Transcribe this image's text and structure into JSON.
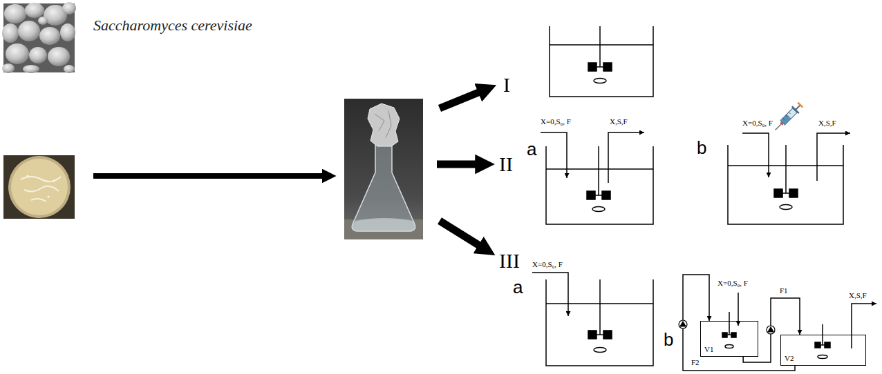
{
  "diagram": {
    "nodes": [
      {
        "text": [
          "V1"
        ]
      },
      {
        "text": [
          "V2"
        ]
      }
    ],
    "edges": [
      {
        "from": 0,
        "to": 1,
        "arrow": "to",
        "label": "F1"
      },
      {
        "from": 1,
        "to": 0,
        "arrow": "to",
        "label": "F2"
      }
    ],
    "labels": [
      "Saccharomyces cerevisiae",
      "I",
      "II",
      "a",
      "X=0,S₀, F",
      "X,S,F",
      "b",
      "X=0,S₀, F",
      "X,S,F",
      "III",
      "X=0,S₀, F",
      "a",
      "b",
      "X=0,S₀, F",
      "X,S,F"
    ]
  }
}
